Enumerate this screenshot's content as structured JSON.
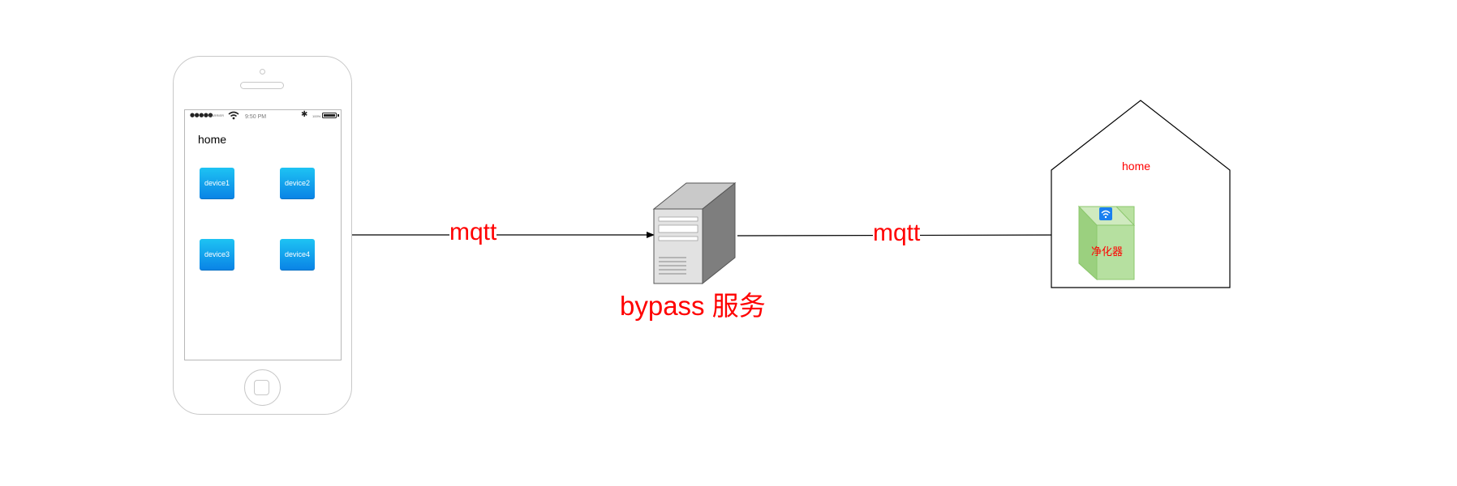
{
  "phone": {
    "status_bar": {
      "carrier": "CARRIER",
      "time": "9:50 PM",
      "battery": "100%"
    },
    "title": "home",
    "devices": [
      "device1",
      "device2",
      "device3",
      "device4"
    ]
  },
  "edges": {
    "left_label": "mqtt",
    "right_label": "mqtt"
  },
  "server": {
    "label": "bypass 服务"
  },
  "house": {
    "label": "home",
    "appliance_label": "净化器"
  },
  "colors": {
    "label_red": "#ff0000",
    "device_blue": "#0a9be8",
    "purifier_green": "#a8d88a",
    "wifi_badge": "#1a7ff0"
  },
  "icons": [
    "phone-icon",
    "server-icon",
    "house-icon",
    "purifier-icon",
    "wifi-icon"
  ]
}
